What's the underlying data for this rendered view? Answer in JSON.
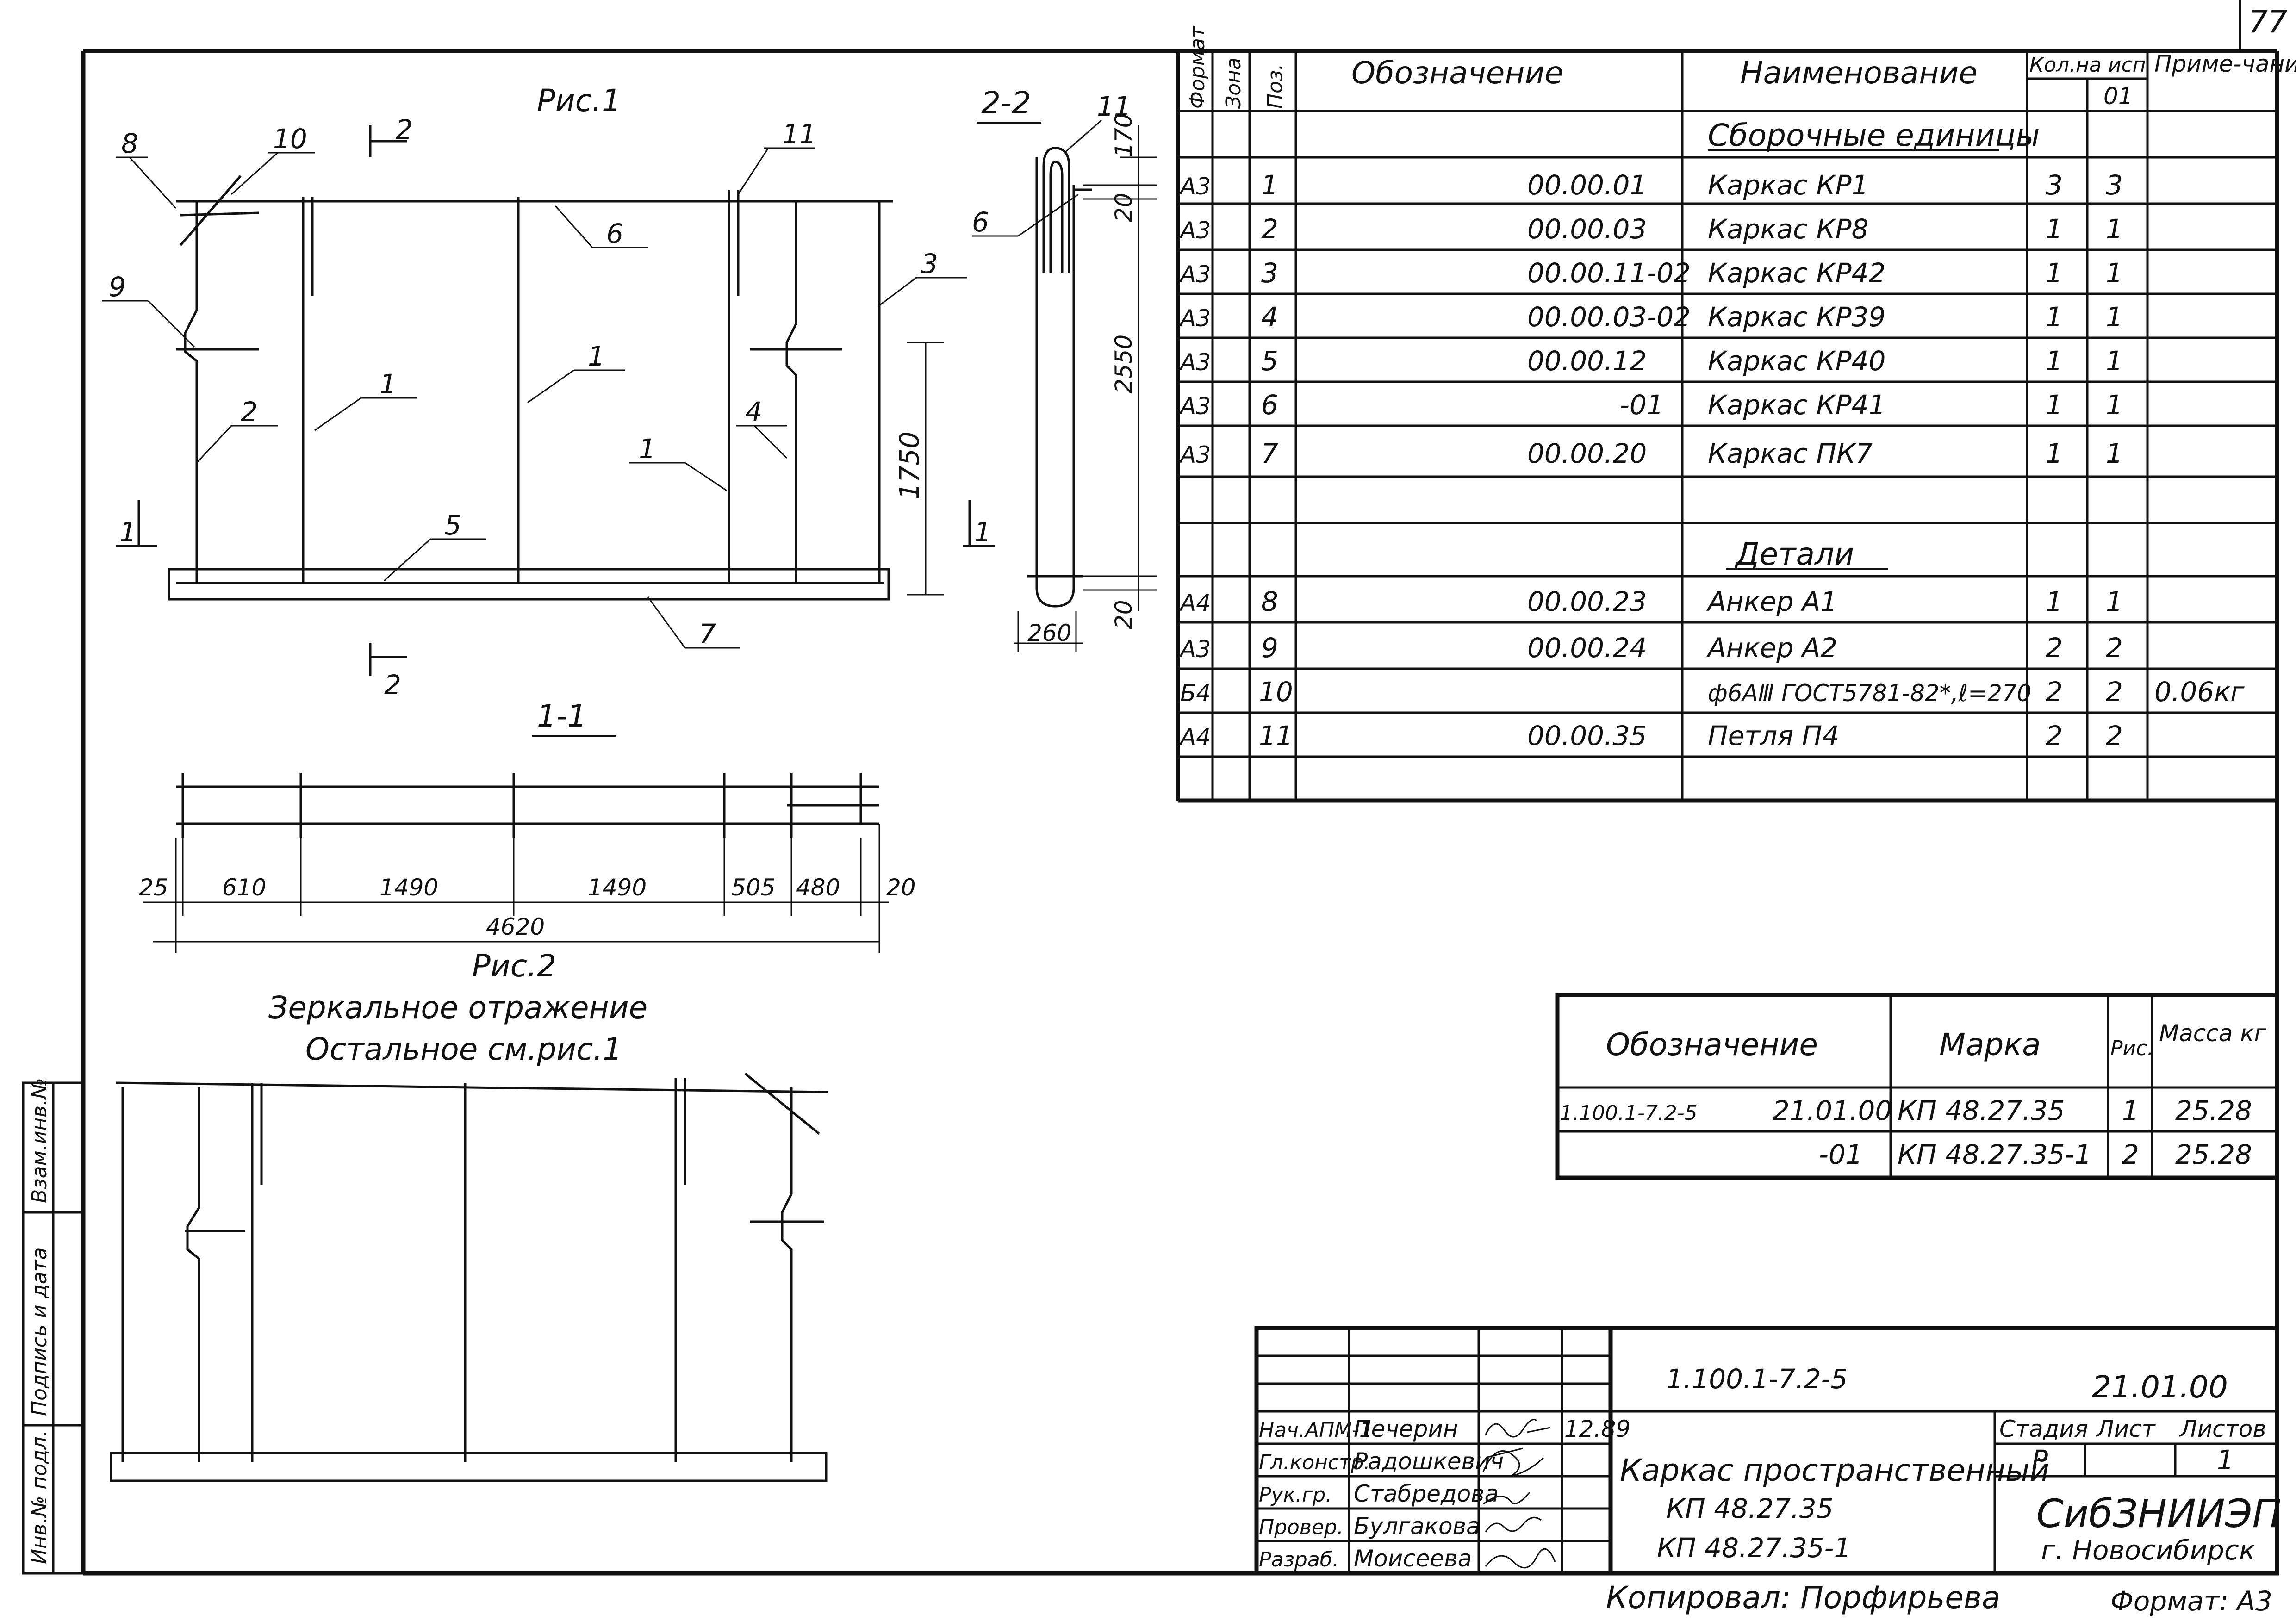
{
  "page": {
    "number": "77",
    "copied_by": "Копировал: Порфирьева",
    "format": "Формат: А3"
  },
  "figures": {
    "fig1_title": "Рис.1",
    "section_2_2": "2-2",
    "section_1_1": "1-1",
    "fig2_title": "Рис.2",
    "fig2_note_1": "Зеркальное отражение",
    "fig2_note_2": "Остальное см.рис.1",
    "section_mark_1": "1",
    "section_mark_2": "2",
    "callouts": [
      "8",
      "10",
      "2",
      "11",
      "6",
      "3",
      "9",
      "1",
      "1",
      "4",
      "2",
      "1",
      "5",
      "7",
      "11",
      "6",
      "1"
    ],
    "dims_plan": [
      "25",
      "610",
      "1490",
      "1490",
      "505",
      "480",
      "20",
      "4620"
    ],
    "dims_side": [
      "170",
      "20",
      "2550",
      "1750",
      "20",
      "260"
    ]
  },
  "spec_table": {
    "headers": {
      "format": "Формат",
      "zone": "Зона",
      "pos": "Поз.",
      "designation": "Обозначение",
      "name": "Наименование",
      "qty": "Кол.на исп",
      "qty_variant": "01",
      "note": "Приме-чания"
    },
    "section_assembly": "Сборочные единицы",
    "section_details": "Детали",
    "rows": [
      {
        "fmt": "А3",
        "pos": "1",
        "des": "00.00.01",
        "name": "Каркас  КР1",
        "q": "3",
        "q1": "3",
        "note": ""
      },
      {
        "fmt": "А3",
        "pos": "2",
        "des": "00.00.03",
        "name": "Каркас  КР8",
        "q": "1",
        "q1": "1",
        "note": ""
      },
      {
        "fmt": "А3",
        "pos": "3",
        "des": "00.00.11-02",
        "name": "Каркас  КР42",
        "q": "1",
        "q1": "1",
        "note": ""
      },
      {
        "fmt": "А3",
        "pos": "4",
        "des": "00.00.03-02",
        "name": "Каркас  КР39",
        "q": "1",
        "q1": "1",
        "note": ""
      },
      {
        "fmt": "А3",
        "pos": "5",
        "des": "00.00.12",
        "name": "Каркас  КР40",
        "q": "1",
        "q1": "1",
        "note": ""
      },
      {
        "fmt": "А3",
        "pos": "6",
        "des": "-01",
        "name": "Каркас  КР41",
        "q": "1",
        "q1": "1",
        "note": ""
      },
      {
        "fmt": "А3",
        "pos": "7",
        "des": "00.00.20",
        "name": "Каркас  ПК7",
        "q": "1",
        "q1": "1",
        "note": ""
      },
      {
        "fmt": "А4",
        "pos": "8",
        "des": "00.00.23",
        "name": "Анкер   А1",
        "q": "1",
        "q1": "1",
        "note": ""
      },
      {
        "fmt": "А3",
        "pos": "9",
        "des": "00.00.24",
        "name": "Анкер   А2",
        "q": "2",
        "q1": "2",
        "note": ""
      },
      {
        "fmt": "Б4",
        "pos": "10",
        "des": "",
        "name": "ф6АⅢ ГОСТ5781-82*,ℓ=270",
        "q": "2",
        "q1": "2",
        "note": "0.06кг"
      },
      {
        "fmt": "А4",
        "pos": "11",
        "des": "00.00.35",
        "name": "Петля   П4",
        "q": "2",
        "q1": "2",
        "note": ""
      }
    ]
  },
  "marks_table": {
    "headers": {
      "designation": "Обозначение",
      "mark": "Марка",
      "fig": "Рис.",
      "mass": "Масса кг"
    },
    "rows": [
      {
        "doc": "1.100.1-7.2-5",
        "des": "21.01.00",
        "mark": "КП   48.27.35",
        "fig": "1",
        "mass": "25.28"
      },
      {
        "doc": "",
        "des": "-01",
        "mark": "КП   48.27.35-1",
        "fig": "2",
        "mass": "25.28"
      }
    ]
  },
  "title_block": {
    "doc_code": "1.100.1-7.2-5",
    "doc_number": "21.01.00",
    "title_1": "Каркас  пространственный",
    "title_2": "КП 48.27.35",
    "title_3": "КП 48.27.35-1",
    "stage_label": "Стадия",
    "sheet_label": "Лист",
    "sheets_label": "Листов",
    "stage": "Р",
    "sheets": "1",
    "org": "СибЗНИИЭП",
    "city": "г. Новосибирск",
    "date": "12.89",
    "people": [
      {
        "role": "Нач.АПМ-1",
        "name": "Печерин"
      },
      {
        "role": "Гл.констр.",
        "name": "Радошкевич"
      },
      {
        "role": "Рук.гр.",
        "name": "Стабредова"
      },
      {
        "role": "Провер.",
        "name": "Булгакова"
      },
      {
        "role": "Разраб.",
        "name": "Моисеева"
      }
    ]
  },
  "side_stamp": [
    "Инв.№ подл.",
    "Подпись и дата",
    "Взам.инв.№"
  ]
}
